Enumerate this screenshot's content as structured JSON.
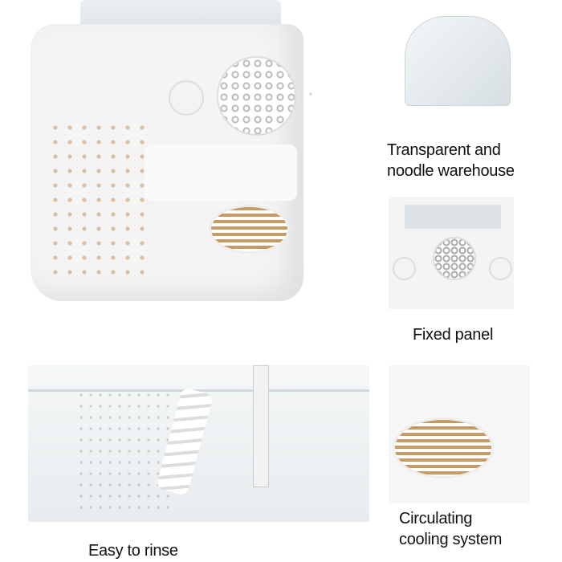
{
  "captions": {
    "transparent": "Transparent and\nnoodle warehouse",
    "transparent_l1": "Transparent and",
    "transparent_l2": "noodle warehouse",
    "fixed_panel": "Fixed panel",
    "cooling_l1": "Circulating",
    "cooling_l2": "cooling system",
    "rinse": "Easy to rinse"
  },
  "colors": {
    "accent": "#c59a63",
    "body": "#f4f4f4"
  }
}
